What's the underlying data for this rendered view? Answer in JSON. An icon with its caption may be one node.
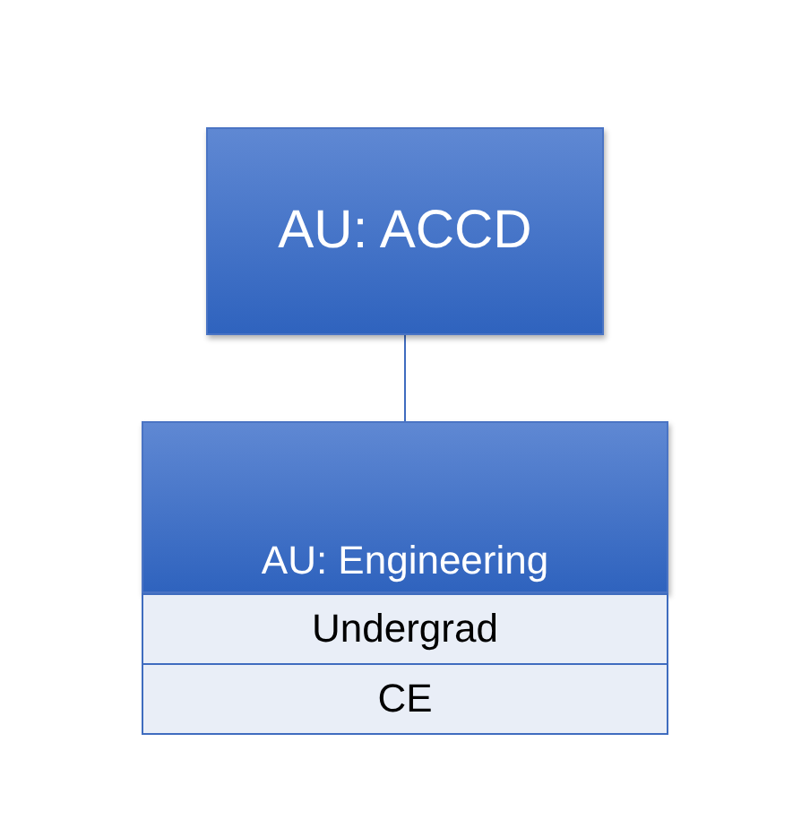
{
  "diagram": {
    "nodes": [
      {
        "text": [
          "AU: ACCD"
        ]
      },
      {
        "text": [
          "AU: Engineering"
        ]
      },
      {
        "text": [
          "Undergrad"
        ]
      },
      {
        "text": [
          "CE"
        ]
      }
    ],
    "edges": [
      {
        "from": 0,
        "to": 1,
        "arrow": "none"
      }
    ]
  }
}
